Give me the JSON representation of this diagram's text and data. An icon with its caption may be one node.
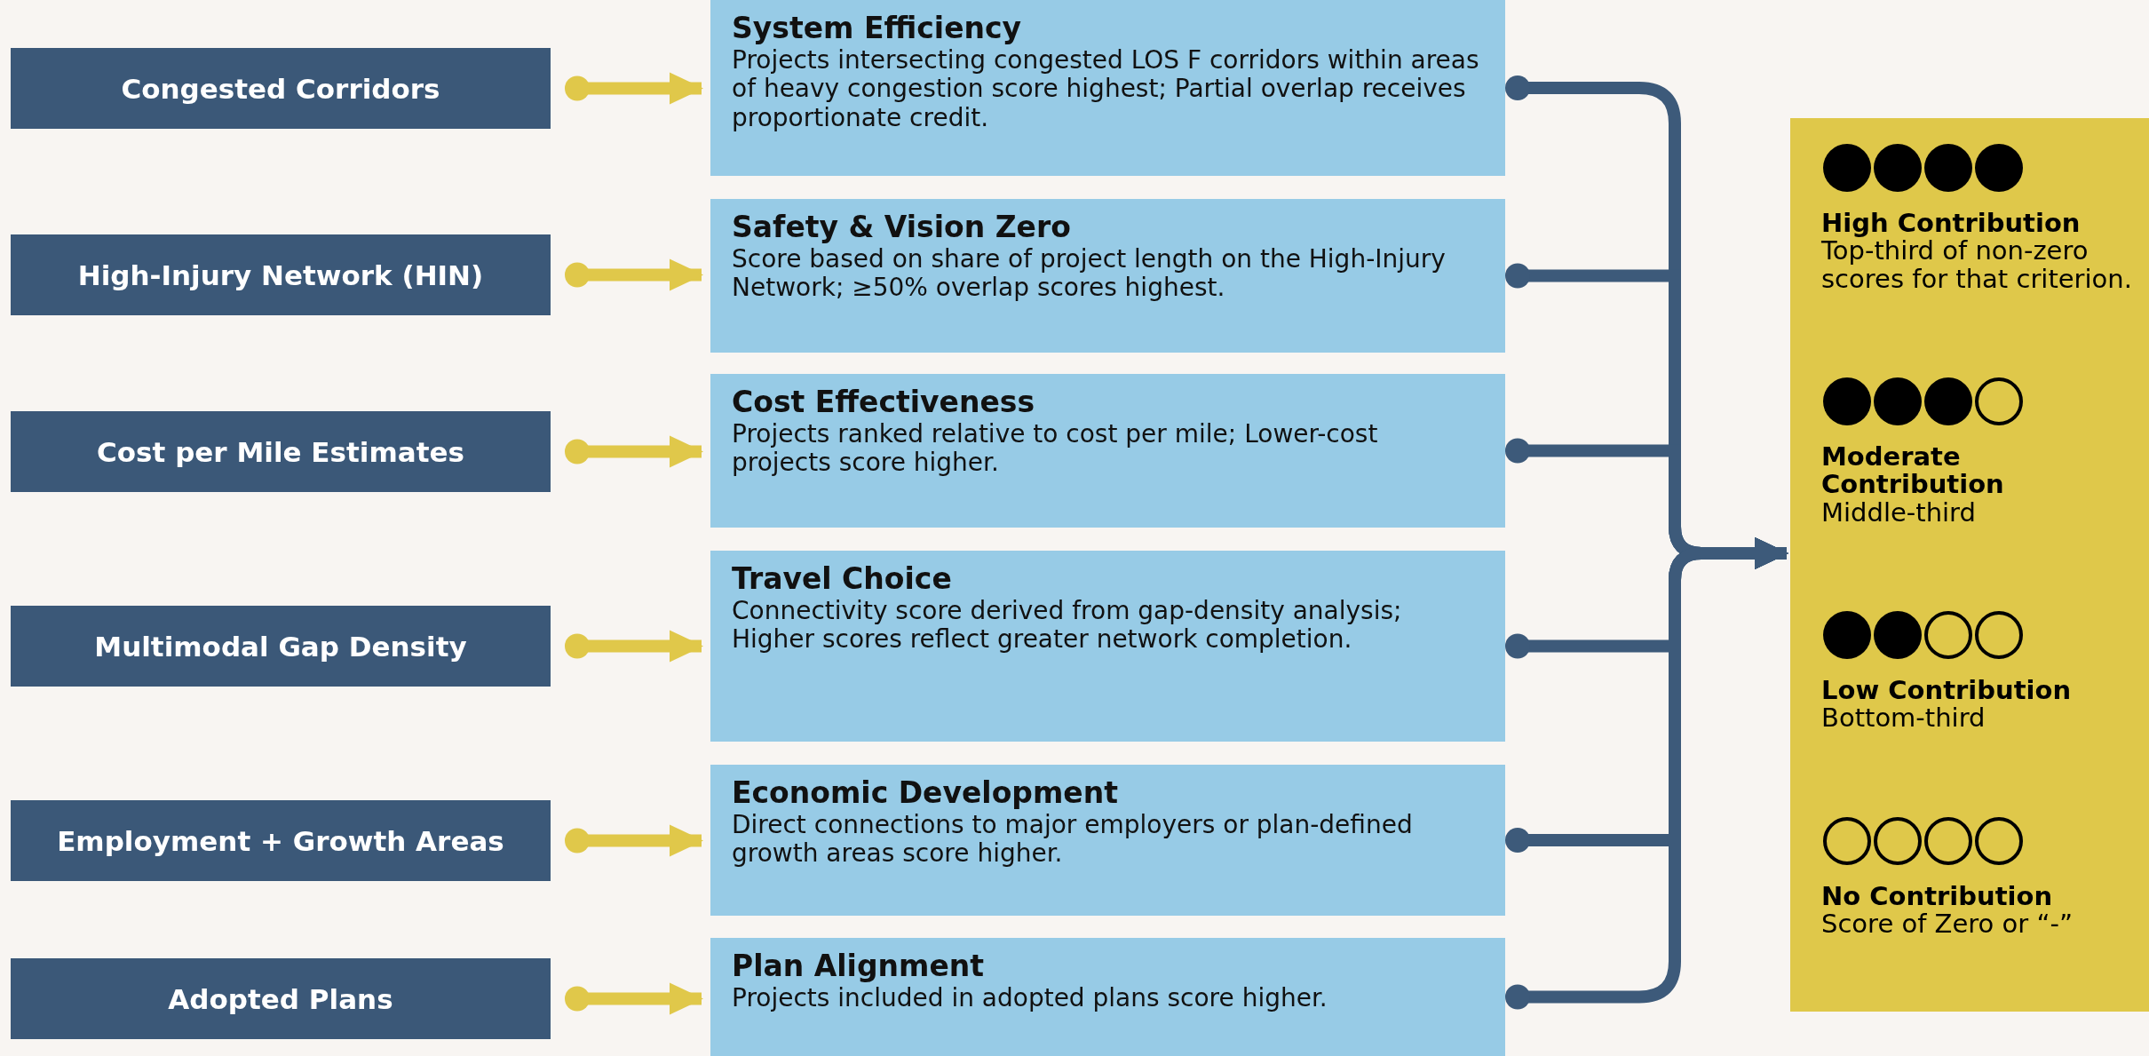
{
  "diagram": {
    "nodes": [
      {
        "text": [
          "Congested Corridors"
        ]
      },
      {
        "text": [
          "High-Injury Network (HIN)"
        ]
      },
      {
        "text": [
          "Cost per Mile Estimates"
        ]
      },
      {
        "text": [
          "Multimodal Gap Density"
        ]
      },
      {
        "text": [
          "Employment + Growth Areas"
        ]
      },
      {
        "text": [
          "Adopted Plans"
        ]
      },
      {
        "text": [
          "System Efficiency",
          "Projects intersecting congested LOS F corridors within areas of heavy congestion score highest; Partial overlap receives proportionate credit."
        ]
      },
      {
        "text": [
          "Safety & Vision Zero",
          "Score based on share of project length on the High-Injury Network; ≥50% overlap scores highest."
        ]
      },
      {
        "text": [
          "Cost Effectiveness",
          "Projects ranked relative to cost per mile; Lower-cost projects score higher."
        ]
      },
      {
        "text": [
          "Travel Choice",
          "Connectivity score derived from gap-density analysis; Higher scores reflect greater network completion."
        ]
      },
      {
        "text": [
          "Economic Development",
          "Direct connections to major employers or plan-defined growth areas score higher."
        ]
      },
      {
        "text": [
          "Plan Alignment",
          "Projects included in adopted plans score higher."
        ]
      },
      {
        "text": [],
        "shape": "box"
      },
      {
        "text": [
          "High Contribution",
          "Top-third of non-zero scores for that criterion."
        ],
        "in": 12
      },
      {
        "text": [
          "Moderate Contribution",
          "Middle-third"
        ],
        "in": 12
      },
      {
        "text": [
          "Low Contribution",
          "Bottom-third"
        ],
        "in": 12
      },
      {
        "text": [
          "No Contribution",
          "Score of Zero or “-”"
        ],
        "in": 12
      }
    ],
    "edges": [
      {
        "from": 0,
        "to": 6,
        "arrow": "to",
        "color": "#e0c84a"
      },
      {
        "from": 1,
        "to": 7,
        "arrow": "to",
        "color": "#e0c84a"
      },
      {
        "from": 2,
        "to": 8,
        "arrow": "to",
        "color": "#e0c84a"
      },
      {
        "from": 3,
        "to": 9,
        "arrow": "to",
        "color": "#e0c84a"
      },
      {
        "from": 4,
        "to": 10,
        "arrow": "to",
        "color": "#e0c84a"
      },
      {
        "from": 5,
        "to": 11,
        "arrow": "to",
        "color": "#e0c84a"
      },
      {
        "from": 6,
        "to": 12,
        "arrow": "to",
        "color": "#3d5a7a"
      },
      {
        "from": 7,
        "to": 12,
        "arrow": "to",
        "color": "#3d5a7a"
      },
      {
        "from": 8,
        "to": 12,
        "arrow": "to",
        "color": "#3d5a7a"
      },
      {
        "from": 9,
        "to": 12,
        "arrow": "to",
        "color": "#3d5a7a"
      },
      {
        "from": 10,
        "to": 12,
        "arrow": "to",
        "color": "#3d5a7a"
      },
      {
        "from": 11,
        "to": 12,
        "arrow": "to",
        "color": "#3d5a7a"
      }
    ]
  }
}
